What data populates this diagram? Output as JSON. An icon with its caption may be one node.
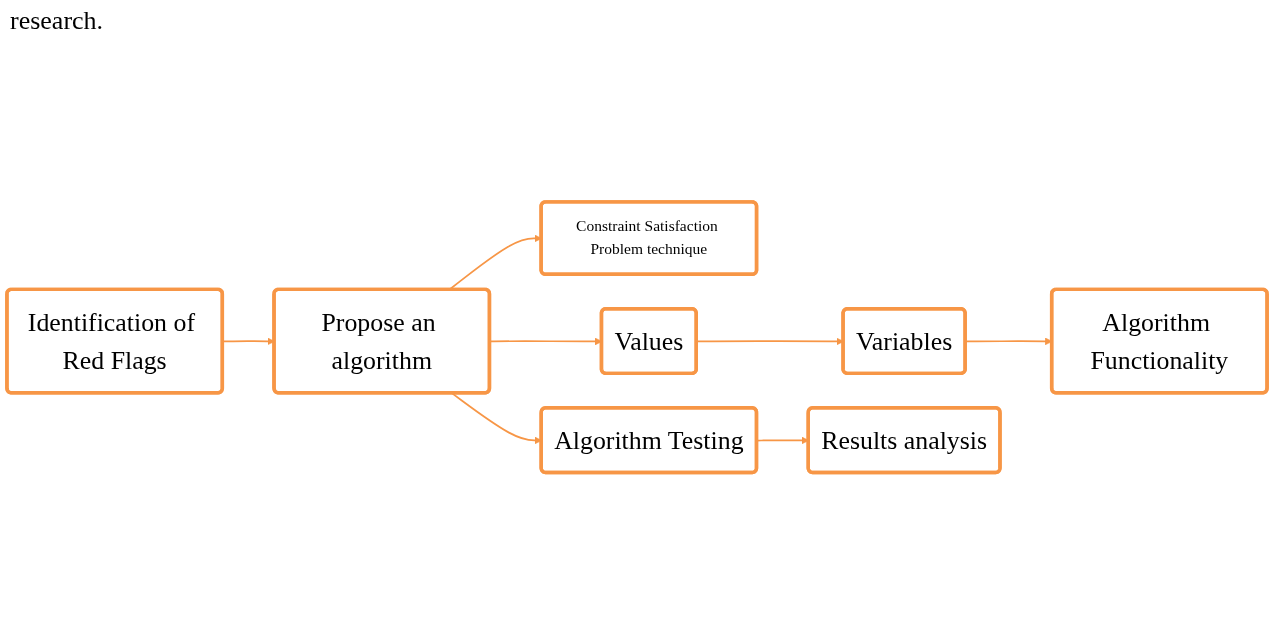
{
  "diagram": {
    "nodes": [
      {
        "text": [
          "Identification of Red Flags"
        ]
      },
      {
        "text": [
          "Propose an algorithm"
        ]
      },
      {
        "text": [
          "Constraint Satisfaction Problem technique"
        ]
      },
      {
        "text": [
          "Algorithm Testing"
        ]
      },
      {
        "text": [
          "Values"
        ]
      },
      {
        "text": [
          "Variables"
        ]
      },
      {
        "text": [
          "Algorithm Functionality"
        ]
      },
      {
        "text": [
          "Results analysis"
        ]
      }
    ],
    "edges": [
      {
        "from": 0,
        "to": 1,
        "arrow": "to"
      },
      {
        "from": 1,
        "to": 2,
        "arrow": "to"
      },
      {
        "from": 1,
        "to": 3,
        "arrow": "to"
      },
      {
        "from": 1,
        "to": 4,
        "arrow": "to"
      },
      {
        "from": 4,
        "to": 5,
        "arrow": "to"
      },
      {
        "from": 5,
        "to": 6,
        "arrow": "to"
      },
      {
        "from": 3,
        "to": 7,
        "arrow": "to"
      }
    ],
    "labels": [
      "research."
    ]
  }
}
